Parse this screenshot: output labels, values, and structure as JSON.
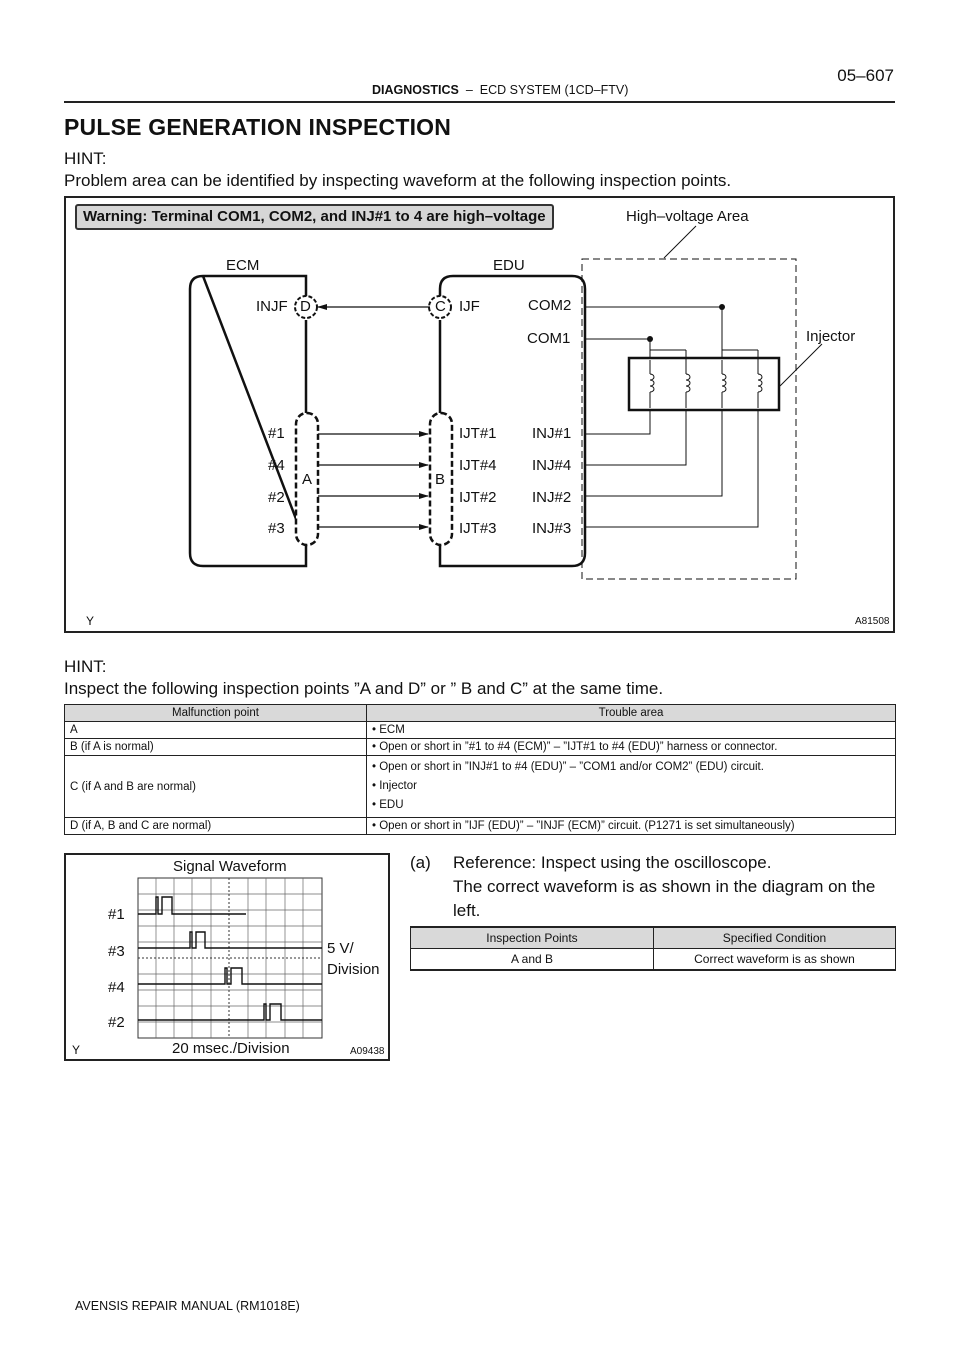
{
  "header": {
    "section": "DIAGNOSTICS",
    "dash": "–",
    "subsection": "ECD SYSTEM (1CD–FTV)",
    "page": "05–607"
  },
  "title": "PULSE GENERATION INSPECTION",
  "hint1": {
    "label": "HINT:",
    "text": "Problem area can be identified by inspecting waveform at the following inspection points."
  },
  "diagram": {
    "warning": "Warning: Terminal COM1, COM2, and INJ#1 to 4 are high–voltage",
    "high_voltage_area": "High–voltage Area",
    "ecm": "ECM",
    "edu": "EDU",
    "injector": "Injector",
    "injf": "INJF",
    "d": "D",
    "c": "C",
    "ijf": "IJF",
    "com2": "COM2",
    "com1": "COM1",
    "ecm_pins": [
      "#1",
      "#4",
      "#2",
      "#3"
    ],
    "a": "A",
    "b": "B",
    "edu_in_pins": [
      "IJT#1",
      "IJT#4",
      "IJT#2",
      "IJT#3"
    ],
    "edu_out_pins": [
      "INJ#1",
      "INJ#4",
      "INJ#2",
      "INJ#3"
    ],
    "corner_mark": "Y",
    "fig_code": "A81508"
  },
  "hint2": {
    "label": "HINT:",
    "text": "Inspect the following inspection points ”A and D” or ” B and C” at the same time."
  },
  "malfunction_table": {
    "headers": [
      "Malfunction point",
      "Trouble area"
    ],
    "rows": [
      {
        "point": "A",
        "areas": [
          "• ECM"
        ]
      },
      {
        "point": "B (if A is normal)",
        "areas": [
          "• Open or short in ”#1 to #4 (ECM)” – ”IJT#1 to #4 (EDU)” harness or connector."
        ]
      },
      {
        "point": "C (if A and B are normal)",
        "areas": [
          "• Open or short in ”INJ#1 to #4 (EDU)” – ”COM1 and/or COM2” (EDU) circuit.",
          "• Injector",
          "• EDU"
        ]
      },
      {
        "point": "D (if A, B and C are normal)",
        "areas": [
          "• Open or short in ”IJF (EDU)” – ”INJF (ECM)” circuit. (P1271 is set simultaneously)"
        ]
      }
    ]
  },
  "waveform": {
    "title": "Signal Waveform",
    "channels": [
      "#1",
      "#3",
      "#4",
      "#2"
    ],
    "volt_scale_line1": "5 V/",
    "volt_scale_line2": "Division",
    "time_scale": "20 msec./Division",
    "corner_mark": "Y",
    "fig_code": "A09438"
  },
  "reference": {
    "label": "(a)",
    "line1": "Reference: Inspect using the oscilloscope.",
    "line2": "The correct waveform is as shown in the diagram on the",
    "line3": "left."
  },
  "spec_table": {
    "headers": [
      "Inspection Points",
      "Specified Condition"
    ],
    "rows": [
      [
        "A and B",
        "Correct waveform is as shown"
      ]
    ]
  },
  "footer": "AVENSIS REPAIR MANUAL   (RM1018E)"
}
